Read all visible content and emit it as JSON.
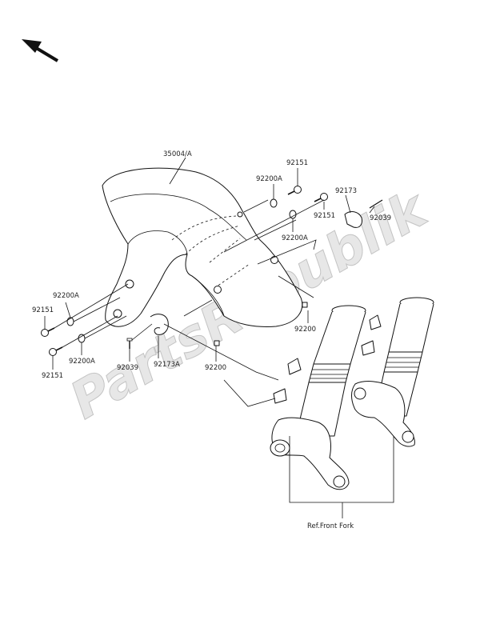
{
  "diagram": {
    "watermark": "PartsRepublik",
    "callouts": {
      "fender": "35004/A",
      "bolt_top_right": "92151",
      "washer_top_right": "92200A",
      "clamp_right": "92173",
      "bolt_right": "92151",
      "washer_right": "92200A",
      "screw_right": "92039",
      "nut_right": "92200",
      "washer_left_upper": "92200A",
      "bolt_left_upper": "92151",
      "washer_left_lower": "92200A",
      "bolt_left_lower": "92151",
      "screw_left": "92039",
      "clamp_left": "92173A",
      "nut_left": "92200",
      "fork_ref": "Ref.Front Fork"
    }
  }
}
